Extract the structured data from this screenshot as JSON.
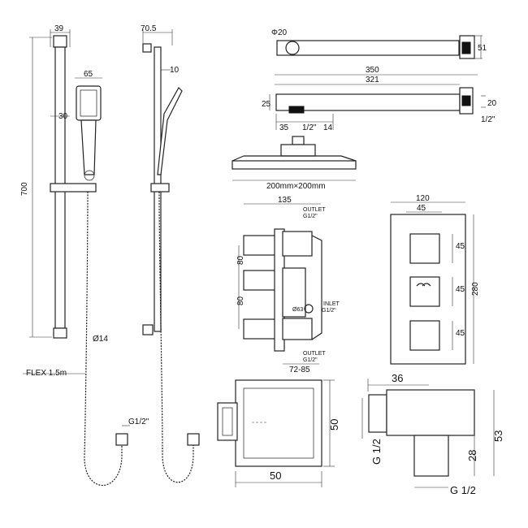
{
  "slide_rail": {
    "w": "39",
    "h": "700",
    "inner": "30",
    "hose": "Ø14",
    "flex": "FLEX 1.5m",
    "head_w": "65",
    "side_w": "70.5",
    "side_t": "10",
    "thread": "G1/2\""
  },
  "arm": {
    "phi": "Φ20",
    "dim51": "51",
    "dim350": "350",
    "dim321": "321",
    "dim25": "25",
    "dim20": "20",
    "dim35": "35",
    "half": "1/2\"",
    "dim14": "14",
    "half2": "1/2\""
  },
  "head": {
    "size": "200mm×200mm"
  },
  "valve": {
    "dim135": "135",
    "outlet_top": "OUTLET",
    "g_top": "G1/2\"",
    "dim80a": "80",
    "dim80b": "80",
    "inlet": "INLET",
    "g_inlet": "G1/2\"",
    "gap": "Ø63",
    "outlet_bot": "OUTLET",
    "g_bot": "G1/2\"",
    "depth": "72-85"
  },
  "plate": {
    "dim120": "120",
    "dim45t": "45",
    "dim45a": "45",
    "dim45b": "45",
    "dim45c": "45",
    "dim280": "280"
  },
  "elbow": {
    "dim50w": "50",
    "dim50h": "50"
  },
  "elbow_side": {
    "dim36": "36",
    "dim53": "53",
    "dim28": "28",
    "g_left": "G 1/2",
    "g_bottom": "G 1/2"
  }
}
